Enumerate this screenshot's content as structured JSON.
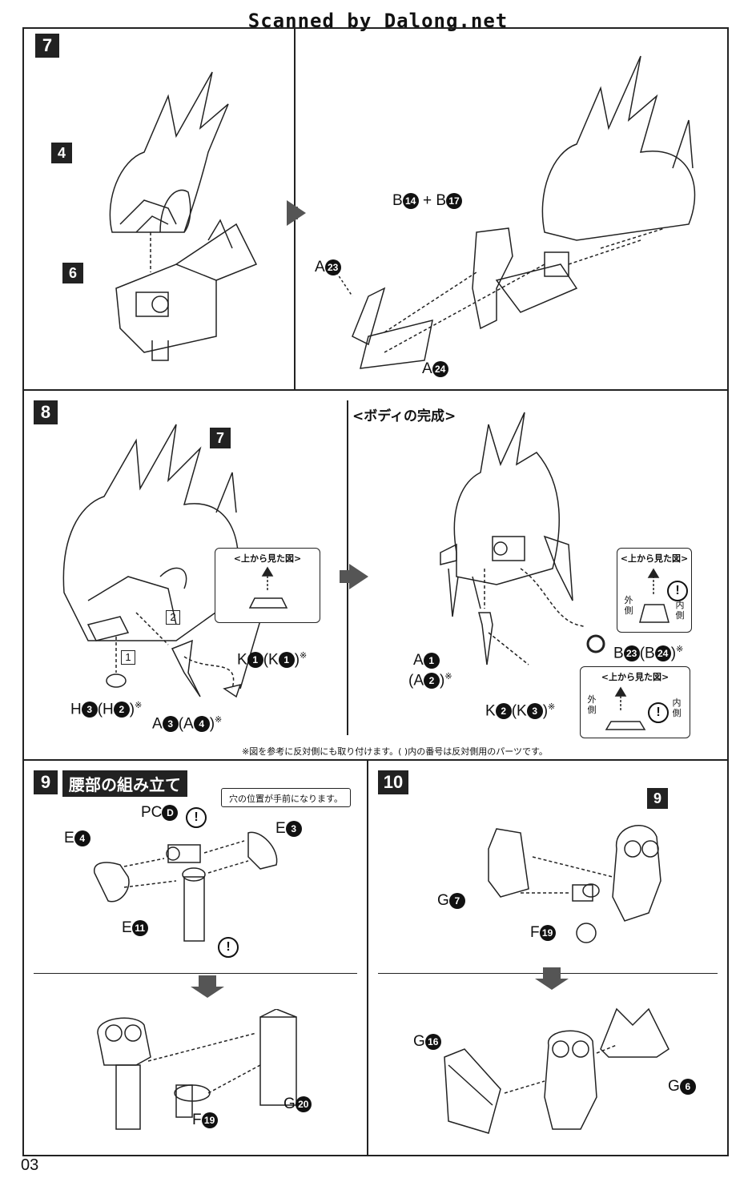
{
  "header": "Scanned by Dalong.net",
  "steps": {
    "s7": {
      "num": "7",
      "part_a": "4",
      "part_b": "6",
      "labels": {
        "b14_17": "B",
        "plus": "+ B",
        "n14": "14",
        "n17": "17",
        "a23": "A",
        "n23": "23",
        "a24": "A",
        "n24": "24"
      }
    },
    "s8": {
      "num": "8",
      "part": "7",
      "complete_title": "<ボディの完成>",
      "callout_top": "<上から見た図>",
      "step1": "1",
      "step2": "2",
      "k1": "K",
      "k1n": "1",
      "k1p": "(K",
      "k1pn": "1",
      "k1close": ")",
      "h3": "H",
      "h3n": "3",
      "h3p": "(H",
      "h3pn": "2",
      "h3close": ")",
      "a3": "A",
      "a3n": "3",
      "a3p": "(A",
      "a3pn": "4",
      "a3close": ")",
      "a1": "A",
      "a1n": "1",
      "a1p": "(A",
      "a1pn": "2",
      "a1close": ")",
      "k2": "K",
      "k2n": "2",
      "k2p": "(K",
      "k2pn": "3",
      "k2close": ")",
      "b23": "B",
      "b23n": "23",
      "b23p": "(B",
      "b23pn": "24",
      "b23close": ")",
      "outer": "外側",
      "inner": "内側",
      "mark": "※",
      "footnote": "※図を参考に反対側にも取り付けます。( )内の番号は反対側用のパーツです。"
    },
    "s9": {
      "num": "9",
      "title": "腰部の組み立て",
      "balloon": "穴の位置が手前になります。",
      "pc": "PC",
      "pcn": "D",
      "e4": "E",
      "e4n": "4",
      "e3": "E",
      "e3n": "3",
      "e11": "E",
      "e11n": "11",
      "f19": "F",
      "f19n": "19",
      "g20": "G",
      "g20n": "20"
    },
    "s10": {
      "num": "10",
      "part": "9",
      "g7": "G",
      "g7n": "7",
      "f19": "F",
      "f19n": "19",
      "g16": "G",
      "g16n": "16",
      "g6": "G",
      "g6n": "6"
    }
  },
  "excl": "!",
  "page_number": "03"
}
